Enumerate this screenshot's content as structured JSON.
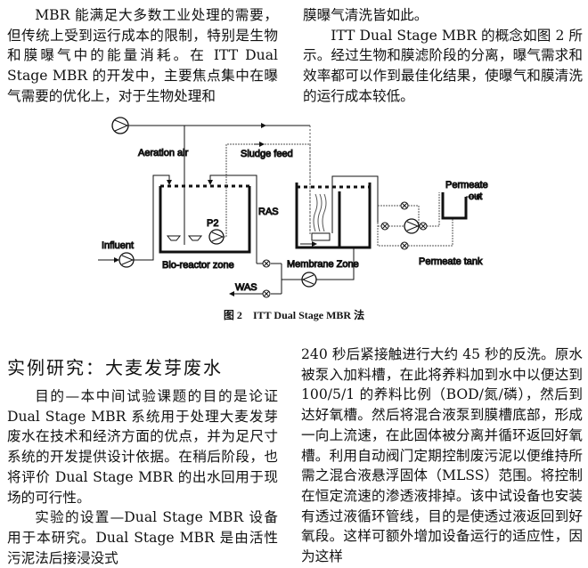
{
  "top_left": [
    "MBR 能满足大多数工业处理的需要，但传统上受到运行成本的限制，特别是生物和膜曝气中的能量消耗。在 ITT Dual Stage MBR 的开发中，主要焦点集中在曝气需要的优化上，对于生物处理和"
  ],
  "top_right": [
    "膜曝气清洗皆如此。",
    "ITT Dual Stage MBR 的概念如图 2 所示。经过生物和膜滤阶段的分离，曝气需求和效率都可以作到最佳化结果，使曝气和膜清洗的运行成本较低。"
  ],
  "figure": {
    "caption_num": "图 2",
    "caption_text": "ITT Dual Stage MBR 法",
    "labels": {
      "aeration_air": "Aeration air",
      "sludge_feed": "Sludge feed",
      "ras": "RAS",
      "p2": "P2",
      "influent": "Influent",
      "bio_reactor_zone": "Bio-reactor zone",
      "membrane_zone": "Membrane Zone",
      "was": "WAS",
      "permeate": "Permeate",
      "out": "out",
      "permeate_tank": "Permeate tank"
    }
  },
  "section_heading": "实例研究：大麦发芽废水",
  "bottom_left": [
    "目的—本中间试验课题的目的是论证 Dual Stage MBR 系统用于处理大麦发芽废水在技术和经济方面的优点，并为足尺寸系统的开发提供设计依据。在稍后阶段，也将评价 Dual Stage MBR 的出水回用于现场的可行性。",
    "实验的设置—Dual Stage MBR 设备用于本研究。Dual Stage MBR 是由活性污泥法后接浸没式"
  ],
  "bottom_right": [
    "240 秒后紧接触进行大约 45 秒的反洗。原水被泵入加料槽，在此将养料加到水中以便达到 100/5/1 的养料比例（BOD/氮/磷），然后到达好氧槽。然后将混合液泵到膜槽底部，形成一向上流速，在此固体被分离并循环返回好氧槽。利用自动阀门定期控制废污泥以便维持所需之混合液悬浮固体（MLSS）范围。将控制在恒定流速的渗透液排掉。该中试设备也安装有透过液循环管线，目的是使透过液返回到好氧段。这样可额外增加设备运行的适应性，因为这样"
  ]
}
